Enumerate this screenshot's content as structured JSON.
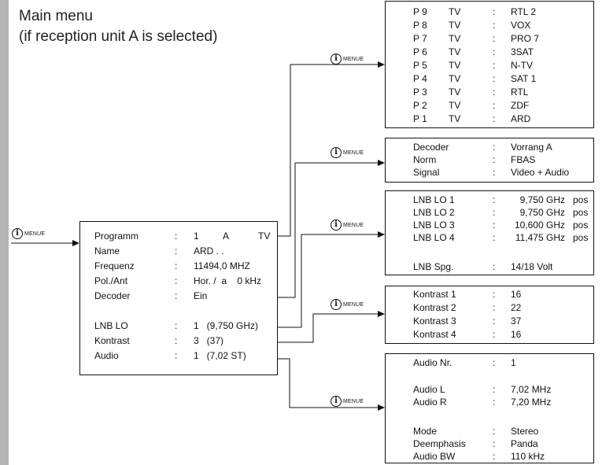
{
  "title_line1": "Main menu",
  "title_line2": "(if reception unit A is selected)",
  "menue_button": {
    "icon_char": "i",
    "label": "MENUE"
  },
  "main_menu": {
    "programm": {
      "label": "Programm",
      "colon": ":",
      "num": "1",
      "unit": "A",
      "type": "TV"
    },
    "rows": [
      {
        "label": "Name",
        "value": "ARD . ."
      },
      {
        "label": "Frequenz",
        "value": "11494,0 MHZ"
      },
      {
        "label": "Pol./Ant",
        "value": "Hor. /  a    0 kHz"
      },
      {
        "label": "Decoder",
        "value": "Ein"
      },
      {
        "label": "LNB LO",
        "value": "1   (9,750 GHz)"
      },
      {
        "label": "Kontrast",
        "value": "3   (37)"
      },
      {
        "label": "Audio",
        "value": "1   (7,02 ST)"
      }
    ]
  },
  "program_list": [
    {
      "p": "P 9",
      "type": "TV",
      "name": "RTL 2"
    },
    {
      "p": "P 8",
      "type": "TV",
      "name": "VOX"
    },
    {
      "p": "P 7",
      "type": "TV",
      "name": "PRO 7"
    },
    {
      "p": "P 6",
      "type": "TV",
      "name": "3SAT"
    },
    {
      "p": "P 5",
      "type": "TV",
      "name": "N-TV"
    },
    {
      "p": "P 4",
      "type": "TV",
      "name": "SAT 1"
    },
    {
      "p": "P 3",
      "type": "TV",
      "name": "RTL"
    },
    {
      "p": "P 2",
      "type": "TV",
      "name": "ZDF"
    },
    {
      "p": "P 1",
      "type": "TV",
      "name": "ARD"
    }
  ],
  "decoder_box": [
    {
      "label": "Decoder",
      "value": "Vorrang A"
    },
    {
      "label": "Norm",
      "value": "FBAS"
    },
    {
      "label": "Signal",
      "value": "Video + Audio"
    }
  ],
  "lnb_box": {
    "rows": [
      {
        "label": "LNB LO 1",
        "value": "9,750 GHz",
        "suffix": "pos"
      },
      {
        "label": "LNB LO 2",
        "value": "9,750 GHz",
        "suffix": "pos"
      },
      {
        "label": "LNB LO 3",
        "value": "10,600 GHz",
        "suffix": "pos"
      },
      {
        "label": "LNB LO 4",
        "value": "11,475 GHz",
        "suffix": "pos"
      }
    ],
    "spg": {
      "label": "LNB Spg.",
      "value": "14/18 Volt"
    }
  },
  "kontrast_box": [
    {
      "label": "Kontrast 1",
      "value": "16"
    },
    {
      "label": "Kontrast 2",
      "value": "22"
    },
    {
      "label": "Kontrast 3",
      "value": "37"
    },
    {
      "label": "Kontrast 4",
      "value": "16"
    }
  ],
  "audio_box": [
    {
      "label": "Audio Nr.",
      "value": "1"
    },
    {
      "label": "Audio L",
      "value": "7,02 MHz"
    },
    {
      "label": "Audio R",
      "value": "7,20 MHz"
    },
    {
      "label": "Mode",
      "value": "Stereo"
    },
    {
      "label": "Deemphasis",
      "value": "Panda"
    },
    {
      "label": "Audio BW",
      "value": "110 kHz"
    }
  ]
}
